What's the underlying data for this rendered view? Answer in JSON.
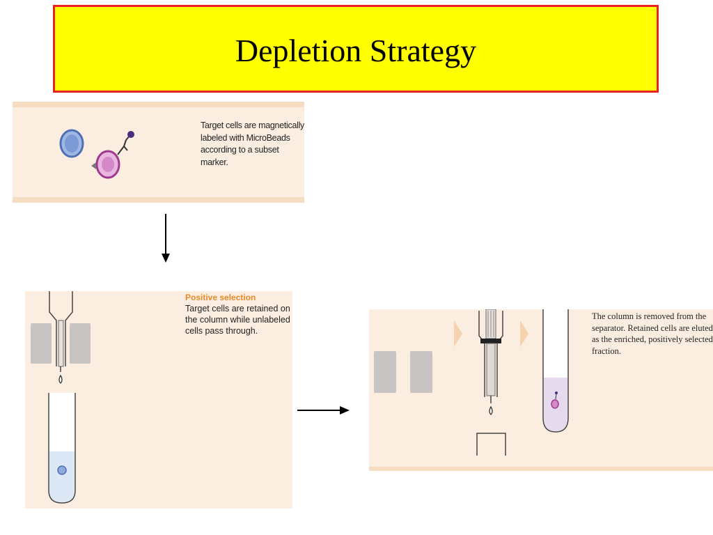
{
  "title": "Depletion Strategy",
  "panel1": {
    "text": "Target cells are magnetically labeled with MicroBeads according to a subset marker."
  },
  "panel2": {
    "heading": "Positive selection",
    "text": "Target cells are retained on the column while unlabeled cells pass through."
  },
  "panel3": {
    "text": "The column is removed from the separator. Retained cells are eluted as the enriched, positively selected fraction."
  },
  "colors": {
    "title_bg": "#ffff00",
    "title_border": "#e8231f",
    "panel_bg": "#fbeee0",
    "accent_orange": "#e88a2a",
    "cell_blue": "#5b7fc4",
    "cell_purple": "#b24aa8"
  }
}
